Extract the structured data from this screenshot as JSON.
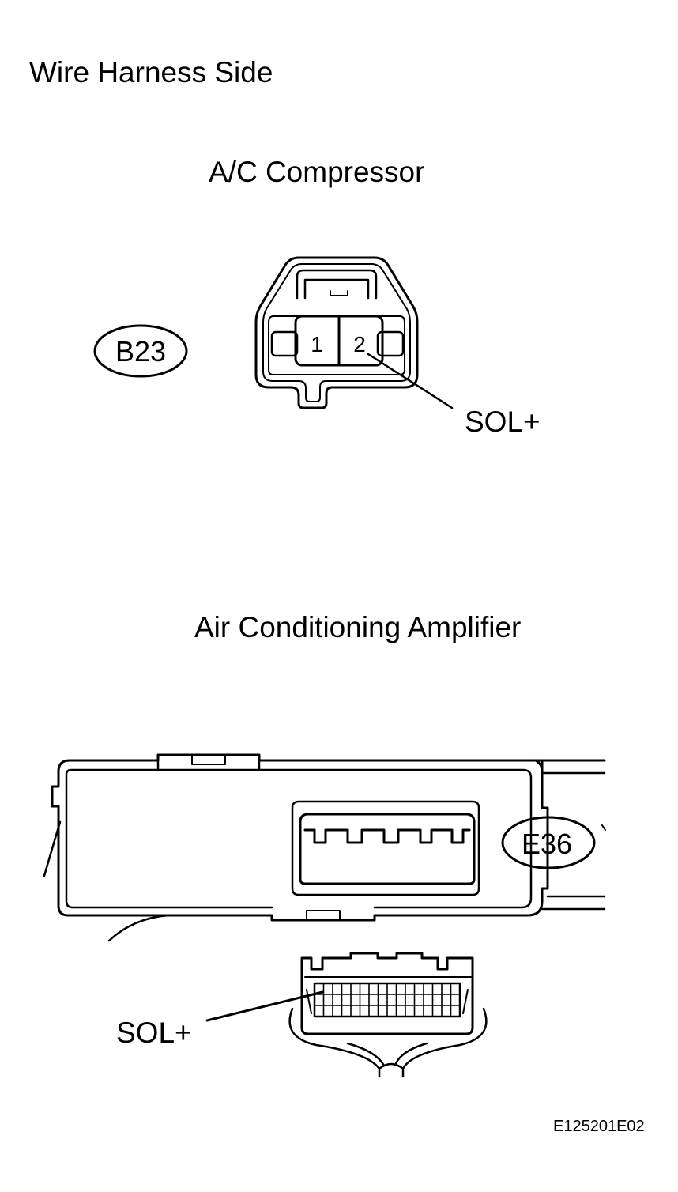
{
  "page": {
    "title": "Wire Harness Side",
    "figure_code": "E125201E02"
  },
  "compressor": {
    "title": "A/C Compressor",
    "connector_code": "B23",
    "pins": [
      "1",
      "2"
    ],
    "signal_label": "SOL+"
  },
  "amplifier": {
    "title": "Air Conditioning Amplifier",
    "connector_code": "E36",
    "signal_label": "SOL+"
  },
  "colors": {
    "line": "#000000",
    "background": "#ffffff"
  }
}
